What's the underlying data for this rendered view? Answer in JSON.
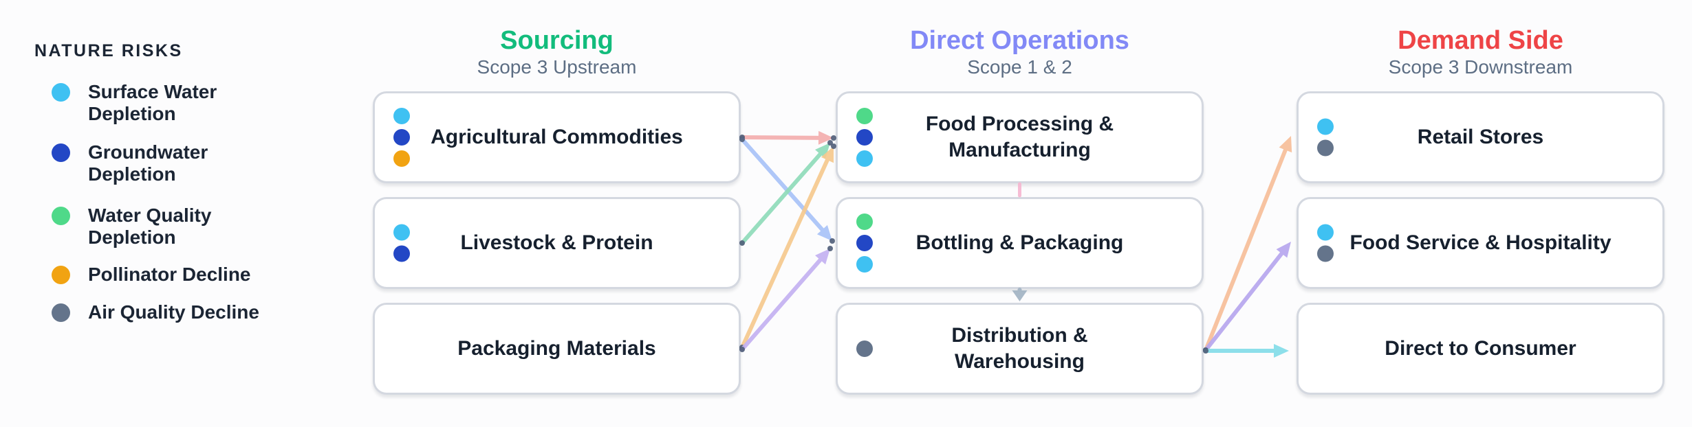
{
  "page": {
    "background": "#fcfcfd"
  },
  "legend": {
    "title": "NATURE RISKS",
    "items": [
      {
        "id": "surface-water",
        "label_lines": [
          "Surface Water",
          "Depletion"
        ],
        "color": "#3fc1f2"
      },
      {
        "id": "groundwater",
        "label_lines": [
          "Groundwater",
          "Depletion"
        ],
        "color": "#2347c5"
      },
      {
        "id": "water-quality",
        "label_lines": [
          "Water Quality",
          "Depletion"
        ],
        "color": "#4fd989"
      },
      {
        "id": "pollinator",
        "label_lines": [
          "Pollinator Decline"
        ],
        "color": "#f1a312"
      },
      {
        "id": "air-quality",
        "label_lines": [
          "Air Quality Decline"
        ],
        "color": "#64748b"
      }
    ]
  },
  "risk_colors": {
    "surface-water": "#3fc1f2",
    "groundwater": "#2347c5",
    "water-quality": "#4fd989",
    "pollinator": "#f1a312",
    "air-quality": "#64748b"
  },
  "columns": [
    {
      "id": "sourcing",
      "title": "Sourcing",
      "subtitle": "Scope 3 Upstream",
      "title_color": "#12bc7c",
      "nodes": [
        {
          "id": "agricultural-commodities",
          "label_lines": [
            "Agricultural Commodities"
          ],
          "risks": [
            "surface-water",
            "groundwater",
            "pollinator"
          ]
        },
        {
          "id": "livestock-protein",
          "label_lines": [
            "Livestock & Protein"
          ],
          "risks": [
            "surface-water",
            "groundwater"
          ]
        },
        {
          "id": "packaging-materials",
          "label_lines": [
            "Packaging Materials"
          ],
          "risks": []
        }
      ]
    },
    {
      "id": "direct-operations",
      "title": "Direct Operations",
      "subtitle": "Scope 1 & 2",
      "title_color": "#8289f6",
      "nodes": [
        {
          "id": "food-processing",
          "label_lines": [
            "Food Processing &",
            "Manufacturing"
          ],
          "risks": [
            "water-quality",
            "groundwater",
            "surface-water"
          ]
        },
        {
          "id": "bottling-packaging",
          "label_lines": [
            "Bottling & Packaging"
          ],
          "risks": [
            "water-quality",
            "groundwater",
            "surface-water"
          ]
        },
        {
          "id": "distribution-warehousing",
          "label_lines": [
            "Distribution &",
            "Warehousing"
          ],
          "risks": [
            "air-quality"
          ]
        }
      ]
    },
    {
      "id": "demand-side",
      "title": "Demand Side",
      "subtitle": "Scope 3 Downstream",
      "title_color": "#ee4446",
      "nodes": [
        {
          "id": "retail-stores",
          "label_lines": [
            "Retail Stores"
          ],
          "risks": [
            "surface-water",
            "air-quality"
          ]
        },
        {
          "id": "food-service-hospitality",
          "label_lines": [
            "Food Service & Hospitality"
          ],
          "risks": [
            "surface-water",
            "air-quality"
          ]
        },
        {
          "id": "direct-to-consumer",
          "label_lines": [
            "Direct to Consumer"
          ],
          "risks": []
        }
      ]
    }
  ],
  "flows": [
    {
      "from": "agricultural-commodities",
      "to": "food-processing",
      "color": "#f4aeae",
      "head": true
    },
    {
      "from": "agricultural-commodities",
      "to": "bottling-packaging",
      "color": "#a9c3f8",
      "head": true
    },
    {
      "from": "livestock-protein",
      "to": "food-processing",
      "color": "#90dcba",
      "head": true
    },
    {
      "from": "packaging-materials",
      "to": "food-processing",
      "color": "#f6ca8f",
      "head": true
    },
    {
      "from": "packaging-materials",
      "to": "bottling-packaging",
      "color": "#c4b2f2",
      "head": true
    },
    {
      "from": "food-processing",
      "to": "bottling-packaging",
      "color": "#f6b7d1",
      "head": false
    },
    {
      "from": "bottling-packaging",
      "to": "distribution-warehousing",
      "color": "#a3b4c4",
      "head": true
    },
    {
      "from": "distribution-warehousing",
      "to": "retail-stores",
      "color": "#f7bf9a",
      "head": true
    },
    {
      "from": "distribution-warehousing",
      "to": "food-service-hospitality",
      "color": "#b7a7ee",
      "head": true
    },
    {
      "from": "distribution-warehousing",
      "to": "direct-to-consumer",
      "color": "#84dde9",
      "head": true
    }
  ]
}
